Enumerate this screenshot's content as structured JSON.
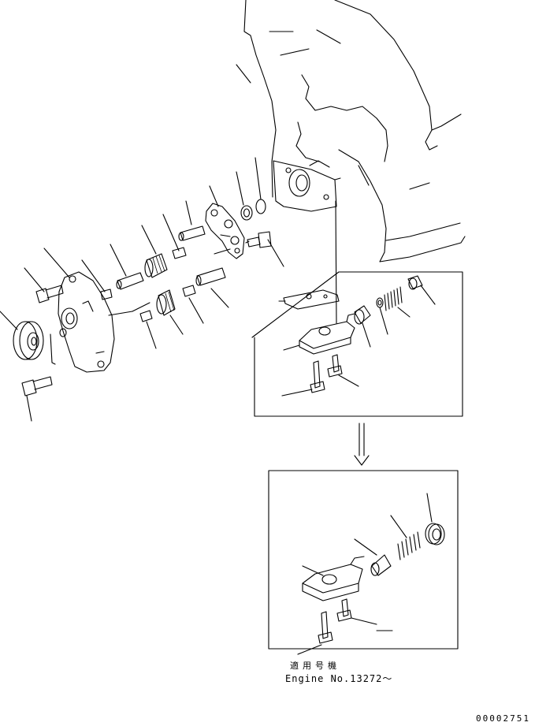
{
  "drawing": {
    "applicability_jp": "適用号機",
    "applicability_en": "Engine No.13272～",
    "document_number": "00002751"
  },
  "colors": {
    "ink": "#000000",
    "paper": "#ffffff"
  }
}
